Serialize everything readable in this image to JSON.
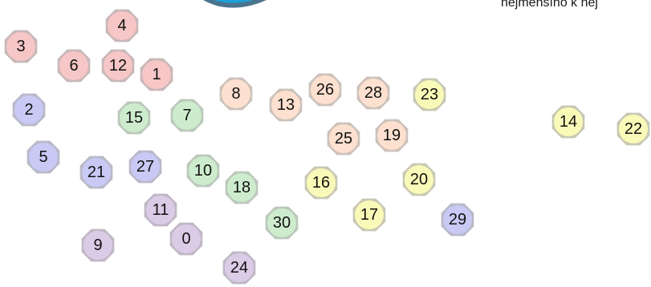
{
  "instruction": "nejmenšího k nej",
  "logo": {
    "name": "blue-arc-logo",
    "color": "#1e9fd8",
    "shadow": "#2a5c7a"
  },
  "group_colors": {
    "red": {
      "fill": "#f7c6c6",
      "ring": "#c9b8b8"
    },
    "purple": {
      "fill": "#c9c9f5",
      "ring": "#b9b9c9"
    },
    "green": {
      "fill": "#cdeccd",
      "ring": "#bcc8bc"
    },
    "peach": {
      "fill": "#fde0cf",
      "ring": "#ccc2bb"
    },
    "yellow": {
      "fill": "#fafab8",
      "ring": "#c8c8b4"
    },
    "mauve": {
      "fill": "#dccbe6",
      "ring": "#c0b8c6"
    }
  },
  "tokens": [
    {
      "label": "4",
      "group": "red"
    },
    {
      "label": "3",
      "group": "red"
    },
    {
      "label": "6",
      "group": "red"
    },
    {
      "label": "12",
      "group": "red"
    },
    {
      "label": "1",
      "group": "red"
    },
    {
      "label": "2",
      "group": "purple"
    },
    {
      "label": "15",
      "group": "green"
    },
    {
      "label": "7",
      "group": "green"
    },
    {
      "label": "8",
      "group": "peach"
    },
    {
      "label": "13",
      "group": "peach"
    },
    {
      "label": "26",
      "group": "peach"
    },
    {
      "label": "28",
      "group": "peach"
    },
    {
      "label": "23",
      "group": "yellow"
    },
    {
      "label": "14",
      "group": "yellow"
    },
    {
      "label": "22",
      "group": "yellow"
    },
    {
      "label": "25",
      "group": "peach"
    },
    {
      "label": "19",
      "group": "peach"
    },
    {
      "label": "5",
      "group": "purple"
    },
    {
      "label": "21",
      "group": "purple"
    },
    {
      "label": "27",
      "group": "purple"
    },
    {
      "label": "10",
      "group": "green"
    },
    {
      "label": "18",
      "group": "green"
    },
    {
      "label": "16",
      "group": "yellow"
    },
    {
      "label": "20",
      "group": "yellow"
    },
    {
      "label": "11",
      "group": "mauve"
    },
    {
      "label": "17",
      "group": "yellow"
    },
    {
      "label": "29",
      "group": "purple"
    },
    {
      "label": "30",
      "group": "green"
    },
    {
      "label": "0",
      "group": "mauve"
    },
    {
      "label": "9",
      "group": "mauve"
    },
    {
      "label": "24",
      "group": "mauve"
    }
  ]
}
